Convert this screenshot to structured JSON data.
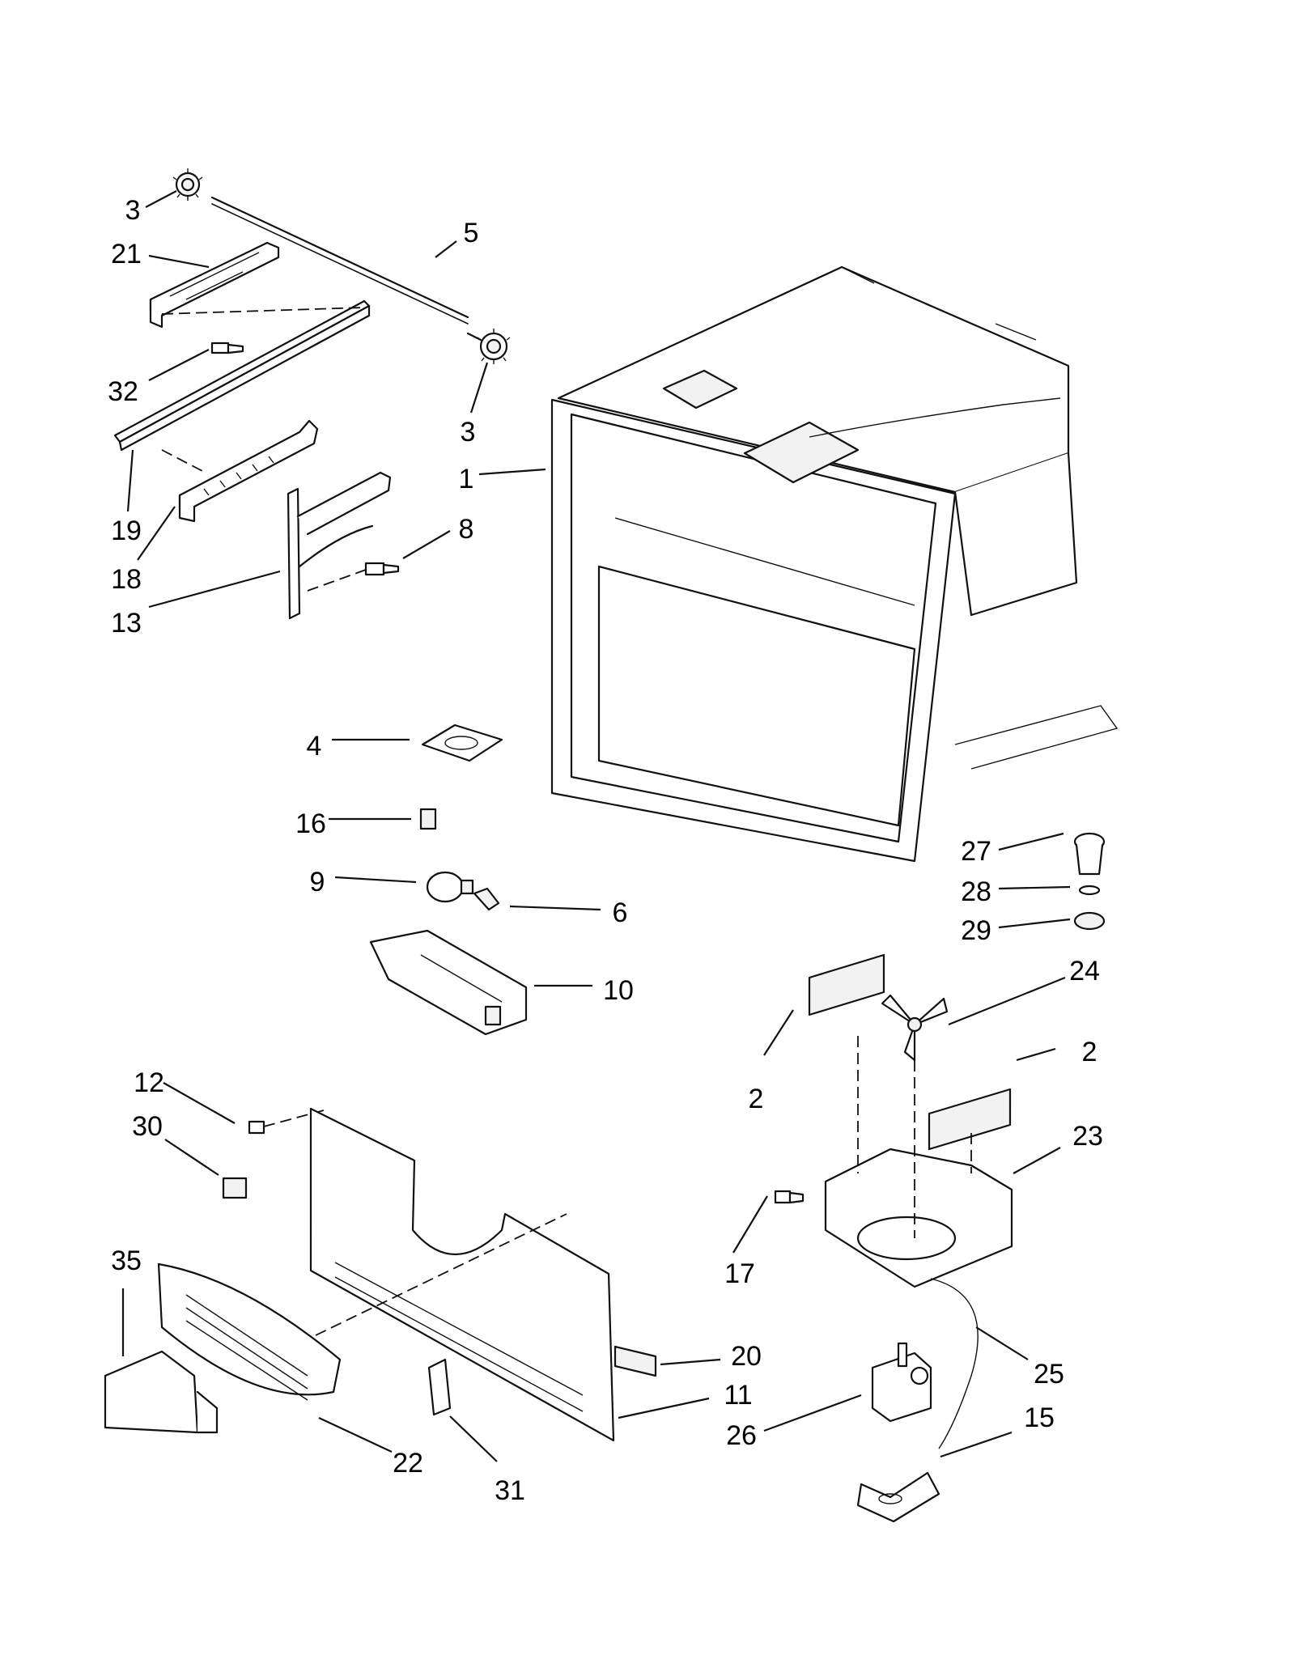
{
  "diagram": {
    "kind": "exploded-parts-view",
    "line_color": "#111111",
    "background": "#ffffff"
  },
  "callouts": [
    {
      "id": "c3a",
      "label": "3",
      "part": "gear"
    },
    {
      "id": "c21",
      "label": "21",
      "part": "slide-bracket"
    },
    {
      "id": "c5",
      "label": "5",
      "part": "rod"
    },
    {
      "id": "c32",
      "label": "32",
      "part": "screw"
    },
    {
      "id": "c3b",
      "label": "3",
      "part": "gear"
    },
    {
      "id": "c19",
      "label": "19",
      "part": "slide-rail"
    },
    {
      "id": "c1",
      "label": "1",
      "part": "liner"
    },
    {
      "id": "c18",
      "label": "18",
      "part": "rail-cover"
    },
    {
      "id": "c8",
      "label": "8",
      "part": "screw"
    },
    {
      "id": "c13",
      "label": "13",
      "part": "bracket"
    },
    {
      "id": "c4",
      "label": "4",
      "part": "cover"
    },
    {
      "id": "c16",
      "label": "16",
      "part": "switch"
    },
    {
      "id": "c9",
      "label": "9",
      "part": "bulb"
    },
    {
      "id": "c6",
      "label": "6",
      "part": "socket"
    },
    {
      "id": "c10",
      "label": "10",
      "part": "light-housing"
    },
    {
      "id": "c27",
      "label": "27",
      "part": "drain"
    },
    {
      "id": "c28",
      "label": "28",
      "part": "washer"
    },
    {
      "id": "c29",
      "label": "29",
      "part": "grommet"
    },
    {
      "id": "c24",
      "label": "24",
      "part": "fan-blade"
    },
    {
      "id": "c2a",
      "label": "2",
      "part": "insulation"
    },
    {
      "id": "c2b",
      "label": "2",
      "part": "insulation"
    },
    {
      "id": "c12",
      "label": "12",
      "part": "screw"
    },
    {
      "id": "c30",
      "label": "30",
      "part": "thermistor"
    },
    {
      "id": "c23",
      "label": "23",
      "part": "fan-shroud"
    },
    {
      "id": "c35",
      "label": "35",
      "part": "vent-cover"
    },
    {
      "id": "c17",
      "label": "17",
      "part": "screw"
    },
    {
      "id": "c20",
      "label": "20",
      "part": "foam-strip"
    },
    {
      "id": "c25",
      "label": "25",
      "part": "wire-harness"
    },
    {
      "id": "c11",
      "label": "11",
      "part": "evaporator-cover"
    },
    {
      "id": "c26",
      "label": "26",
      "part": "fan-motor"
    },
    {
      "id": "c15",
      "label": "15",
      "part": "motor-bracket"
    },
    {
      "id": "c22",
      "label": "22",
      "part": "grille"
    },
    {
      "id": "c31",
      "label": "31",
      "part": "clip"
    }
  ]
}
